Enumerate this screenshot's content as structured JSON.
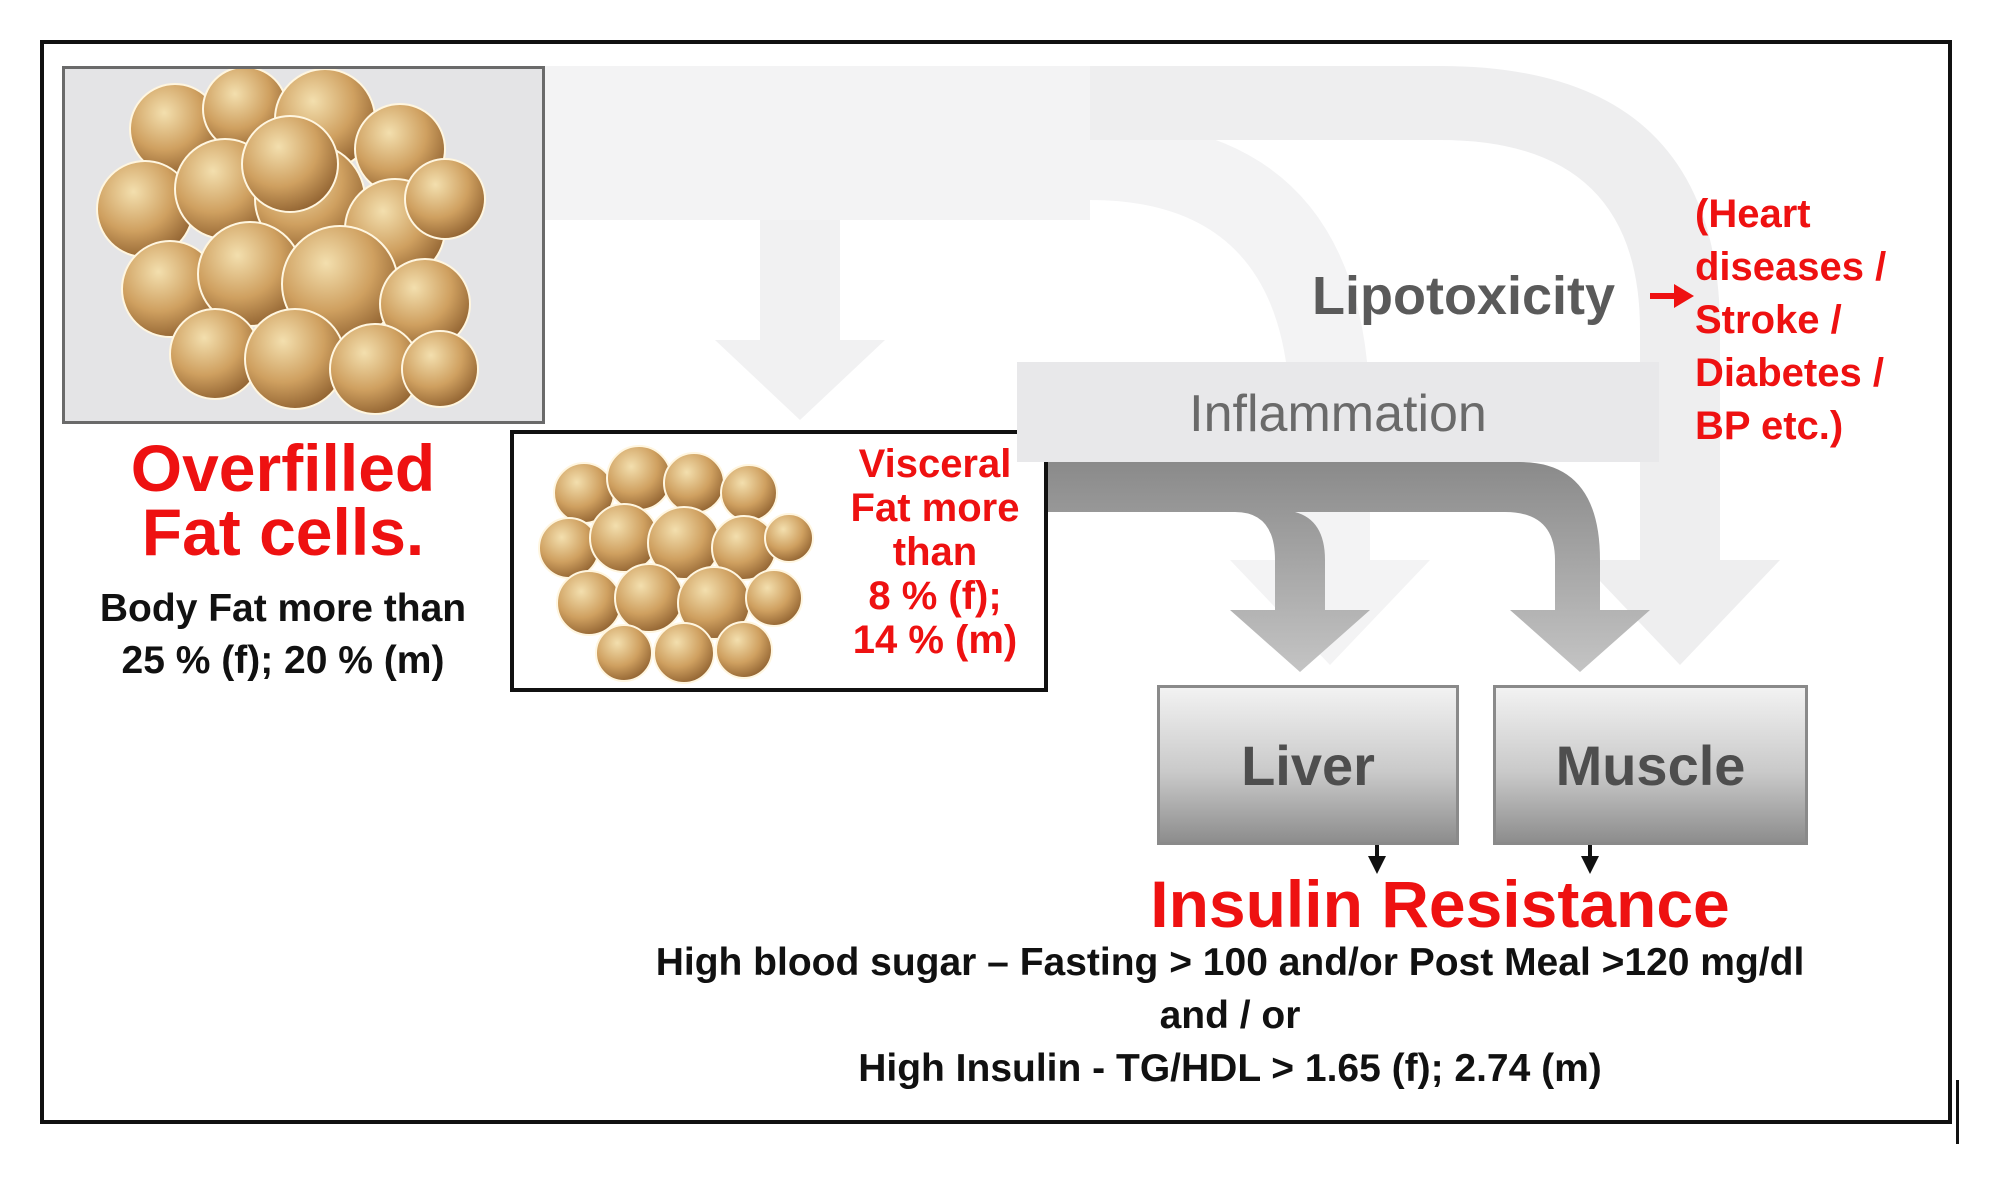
{
  "fat_cells": {
    "title_line1": "Overfilled",
    "title_line2": "Fat cells.",
    "body_fat_line1": "Body Fat more than",
    "body_fat_line2": "25 % (f); 20 % (m)"
  },
  "visceral": {
    "line1": "Visceral",
    "line2": "Fat more",
    "line3": "than",
    "line4": "8  % (f);",
    "line5": "14 % (m)"
  },
  "lipotoxicity": "Lipotoxicity",
  "inflammation": "Inflammation",
  "diseases": {
    "line1": "(Heart",
    "line2": "diseases /",
    "line3": "Stroke /",
    "line4": "Diabetes /",
    "line5": "BP etc.)"
  },
  "organs": {
    "liver": "Liver",
    "muscle": "Muscle"
  },
  "insulin_resistance": "Insulin Resistance",
  "criteria": {
    "line1": "High blood sugar – Fasting > 100 and/or Post Meal >120 mg/dl",
    "line2": "and / or",
    "line3": "High Insulin  - TG/HDL > 1.65 (f); 2.74 (m)"
  },
  "colors": {
    "accent_red": "#ee1111",
    "text_black": "#111111",
    "label_grey": "#5a5a5a",
    "arrow_light": "#f1f1f2",
    "arrow_dark": "#8a8a8a",
    "fat_cell": "#c99a58"
  }
}
